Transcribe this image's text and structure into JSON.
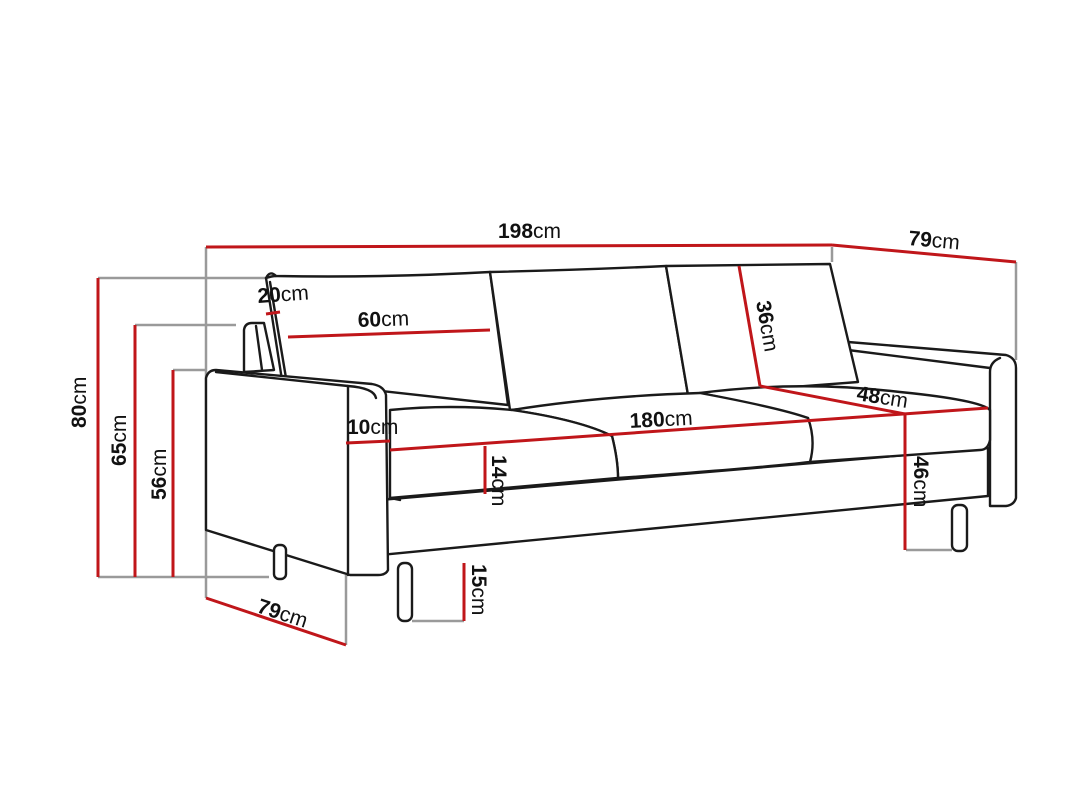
{
  "diagram": {
    "subject": "Three-seat sofa dimension drawing",
    "colors": {
      "outline": "#1a1a1a",
      "dimension_line": "#c0161a",
      "extension_line": "#9a9a9a",
      "background": "#ffffff"
    },
    "unit": "cm",
    "dimensions": {
      "total_width": {
        "value": "198",
        "unit": "cm"
      },
      "total_depth_top": {
        "value": "79",
        "unit": "cm"
      },
      "total_depth_bottom": {
        "value": "79",
        "unit": "cm"
      },
      "total_height": {
        "value": "80",
        "unit": "cm"
      },
      "backrest_height": {
        "value": "65",
        "unit": "cm"
      },
      "armrest_height": {
        "value": "56",
        "unit": "cm"
      },
      "back_cushion_thickness": {
        "value": "20",
        "unit": "cm"
      },
      "back_cushion_width": {
        "value": "60",
        "unit": "cm"
      },
      "back_cushion_height": {
        "value": "36",
        "unit": "cm"
      },
      "armrest_width": {
        "value": "10",
        "unit": "cm"
      },
      "seat_width": {
        "value": "180",
        "unit": "cm"
      },
      "seat_depth": {
        "value": "48",
        "unit": "cm"
      },
      "seat_cushion_thickness": {
        "value": "14",
        "unit": "cm"
      },
      "seat_height": {
        "value": "46",
        "unit": "cm"
      },
      "leg_height": {
        "value": "15",
        "unit": "cm"
      }
    }
  }
}
